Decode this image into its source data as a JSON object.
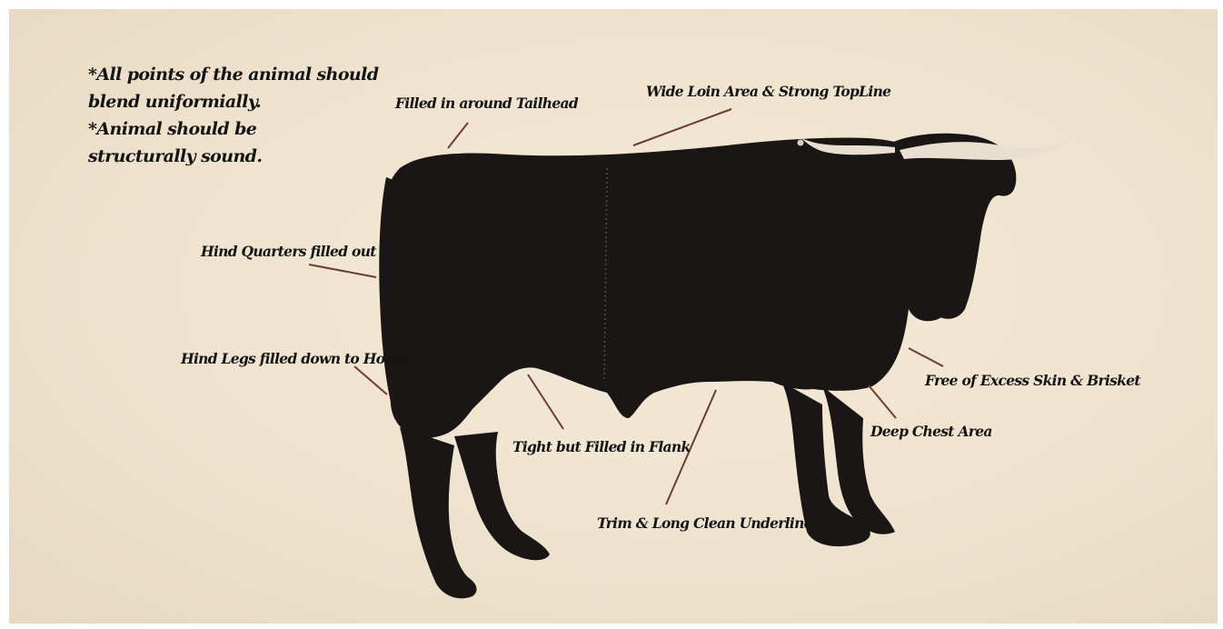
{
  "notes": [
    "*All points of the animal should",
    "blend uniformially.",
    "*Animal should be",
    "structurally sound."
  ],
  "labels": {
    "tailhead": "Filled in around Tailhead",
    "loin": "Wide Loin Area & Strong TopLine",
    "hind_quarters": "Hind Quarters filled out",
    "hind_legs": "Hind Legs filled down to Hocks",
    "flank": "Tight but Filled in Flank",
    "underline": "Trim & Long Clean Underline",
    "chest": "Deep Chest Area",
    "brisket": "Free of Excess Skin & Brisket"
  },
  "colors": {
    "background": "#efe3cf",
    "animal": "#1b1616",
    "leader_line": "#6b3a3a",
    "horn": "#e9dfd0"
  }
}
